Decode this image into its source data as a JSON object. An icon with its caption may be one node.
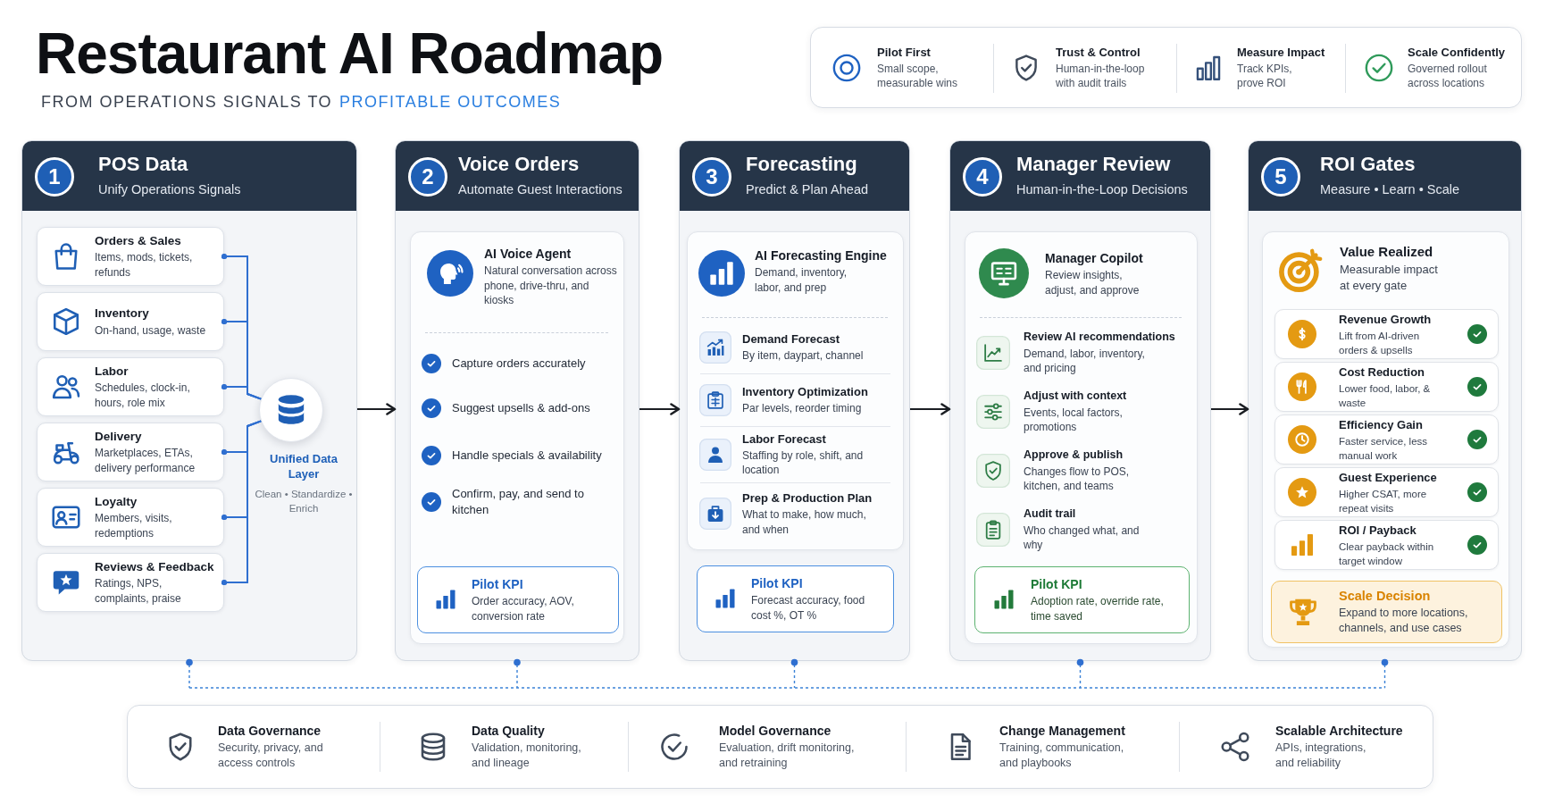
{
  "diagram": {
    "title": "Restaurant AI Roadmap",
    "nodes": [
      {
        "text": [
          "Pilot First",
          "Small scope, measurable wins",
          "Trust & Control",
          "Human-in-the-loop with audit trails",
          "Measure Impact",
          "Track KPIs, prove ROI",
          "Scale Confidently",
          "Governed rollout across locations"
        ]
      },
      {
        "text": [
          "POS Data",
          "Unify Operations Signals"
        ]
      },
      {
        "text": [
          "1"
        ],
        "in": 1
      },
      {
        "text": [
          "Orders & Sales",
          "Items, mods, tickets, refunds"
        ],
        "in": 1
      },
      {
        "text": [
          "Inventory",
          "On-hand, usage, waste"
        ],
        "in": 1
      },
      {
        "text": [
          "Labor",
          "Schedules, clock-in, hours, role mix"
        ],
        "in": 1
      },
      {
        "text": [
          "Delivery",
          "Marketplaces, ETAs, delivery performance"
        ],
        "in": 1
      },
      {
        "text": [
          "Loyalty",
          "Members, visits, redemptions"
        ],
        "in": 1
      },
      {
        "text": [
          "Reviews & Feedback",
          "Ratings, NPS, complaints, praise"
        ],
        "in": 1
      },
      {
        "text": [],
        "shape": "circle",
        "beside": [
          "Unified Data Layer",
          "Clean • Standardize • Enrich"
        ],
        "in": 1
      },
      {
        "text": [
          "Voice Orders",
          "Automate Guest Interactions"
        ]
      },
      {
        "text": [
          "2"
        ],
        "in": 10
      },
      {
        "text": [
          "AI Voice Agent",
          "Natural conversation across phone, drive-thru, and kiosks",
          "Capture orders accurately",
          "Suggest upsells & add-ons",
          "Handle specials & availability",
          "Confirm, pay, and send to kitchen"
        ],
        "in": 10
      },
      {
        "text": [
          "Pilot KPI",
          "Order accuracy, AOV, conversion rate"
        ],
        "in": 12
      },
      {
        "text": [
          "Forecasting",
          "Predict & Plan Ahead"
        ]
      },
      {
        "text": [
          "3"
        ],
        "in": 14
      },
      {
        "text": [
          "AI Forecasting Engine",
          "Demand, inventory, labor, and prep",
          "Demand Forecast",
          "By item, daypart, channel",
          "Inventory Optimization",
          "Par levels, reorder timing",
          "Labor Forecast",
          "Staffing by role, shift, and location",
          "Prep & Production Plan",
          "What to make, how much, and when"
        ],
        "in": 14
      },
      {
        "text": [
          "Pilot KPI",
          "Forecast accuracy, food cost %, OT %"
        ],
        "in": 14
      },
      {
        "text": [
          "Manager Review",
          "Human-in-the-Loop Decisions"
        ]
      },
      {
        "text": [
          "4"
        ],
        "in": 18
      },
      {
        "text": [
          "Manager Copilot",
          "Review insights, adjust, and approve",
          "Review AI recommendations",
          "Demand, labor, inventory, and pricing",
          "Adjust with context",
          "Events, local factors, promotions",
          "Approve & publish",
          "Changes flow to POS, kitchen, and teams",
          "Audit trail",
          "Who changed what, and why"
        ],
        "in": 18
      },
      {
        "text": [
          "Pilot KPI",
          "Adoption rate, override rate, time saved"
        ],
        "in": 20
      },
      {
        "text": [
          "ROI Gates",
          "Measure • Learn • Scale"
        ]
      },
      {
        "text": [
          "5"
        ],
        "in": 22
      },
      {
        "text": [
          "Value Realized",
          "Measurable impact at every gate"
        ],
        "in": 22
      },
      {
        "text": [
          "Revenue Growth",
          "Lift from AI-driven orders & upsells"
        ],
        "in": 24
      },
      {
        "text": [
          "Cost Reduction",
          "Lower food, labor, & waste"
        ],
        "in": 24
      },
      {
        "text": [
          "Efficiency Gain",
          "Faster service, less manual work"
        ],
        "in": 24
      },
      {
        "text": [
          "Guest Experience",
          "Higher CSAT, more repeat visits"
        ],
        "in": 24
      },
      {
        "text": [
          "ROI / Payback",
          "Clear payback within target window"
        ],
        "in": 24
      },
      {
        "text": [
          "Scale Decision",
          "Expand to more locations, channels, and use cases"
        ],
        "in": 24
      },
      {
        "text": [
          "Data Governance",
          "Security, privacy, and access controls",
          "Data Quality",
          "Validation, monitoring, and lineage",
          "Model Governance",
          "Evaluation, drift monitoring, and retraining",
          "Change Management",
          "Training, communication, and playbooks",
          "Scalable Architecture",
          "APIs, integrations, and reliability"
        ]
      }
    ],
    "edges": [
      {
        "from": 3,
        "to": 9,
        "arrow": "other"
      },
      {
        "from": 4,
        "to": 9,
        "arrow": "other"
      },
      {
        "from": 5,
        "to": 9,
        "arrow": "other"
      },
      {
        "from": 6,
        "to": 9,
        "arrow": "other"
      },
      {
        "from": 7,
        "to": 9,
        "arrow": "other"
      },
      {
        "from": 8,
        "to": 9,
        "arrow": "other"
      },
      {
        "from": 1,
        "to": 10,
        "arrow": "to",
        "color": "#1b1e23"
      },
      {
        "from": 10,
        "to": 14,
        "arrow": "to",
        "color": "#1b1e23"
      },
      {
        "from": 14,
        "to": 18,
        "arrow": "to",
        "color": "#1b1e23"
      },
      {
        "from": 18,
        "to": 22,
        "arrow": "to",
        "color": "#1b1e23"
      }
    ],
    "labels": [
      "FROM OPERATIONS SIGNALS TO",
      "PROFITABLE OUTCOMES"
    ]
  }
}
